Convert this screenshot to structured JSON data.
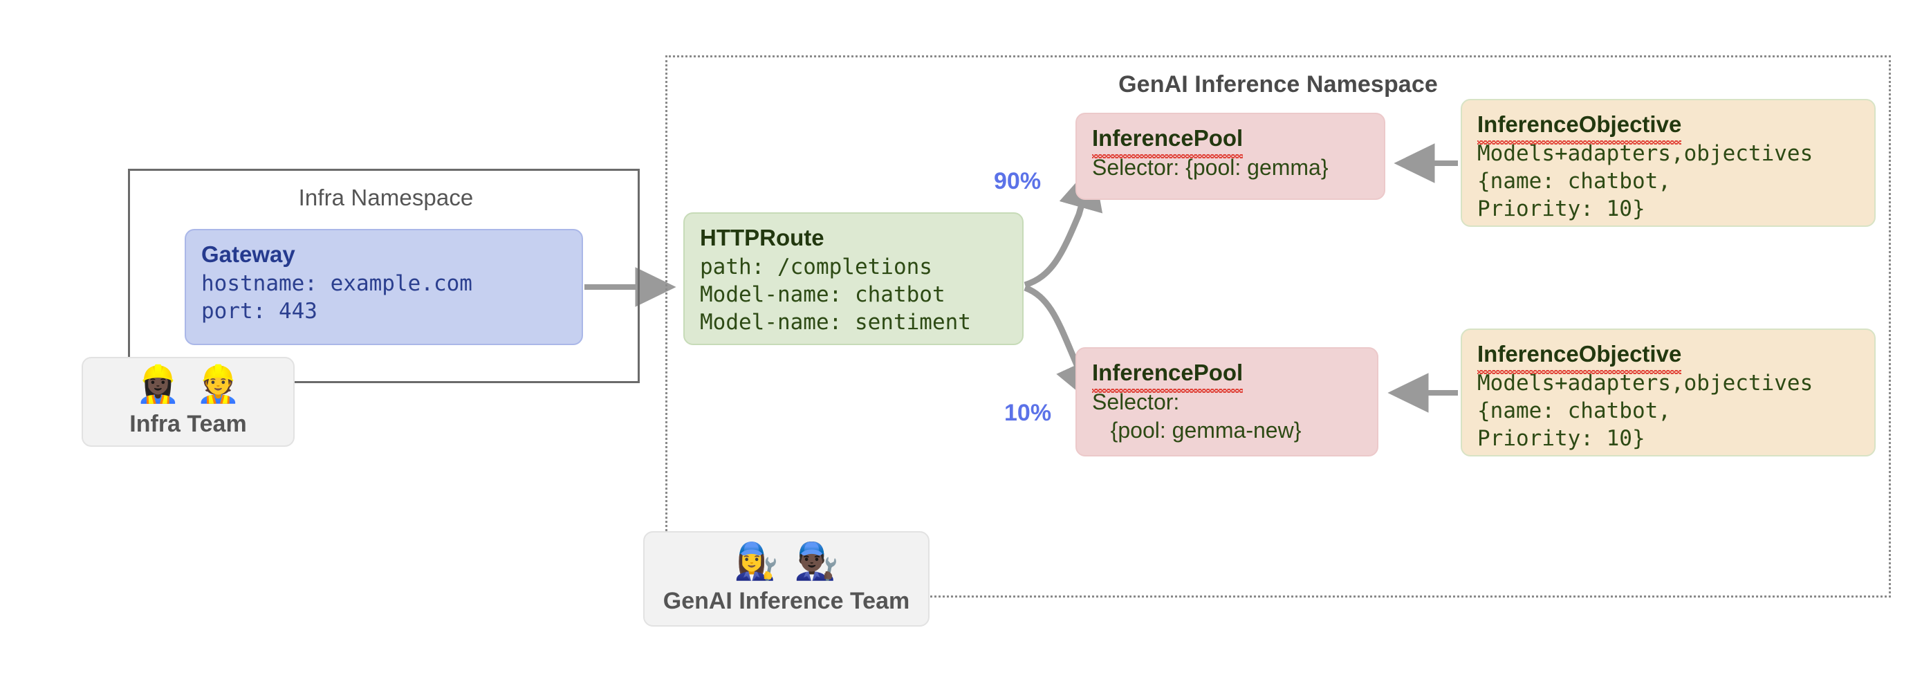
{
  "diagram": {
    "title": "Gateway API Inference Extension namespace layout",
    "background": "#ffffff"
  },
  "namespaces": [
    {
      "id": "infra",
      "label": "Infra Namespace",
      "border_style": "solid",
      "border_color": "#6b6b6b"
    },
    {
      "id": "genai",
      "label": "GenAI Inference Namespace",
      "border_style": "dotted",
      "border_color": "#8a8a8a"
    }
  ],
  "nodes": {
    "gateway": {
      "kind": "Gateway",
      "fields": "hostname: example.com\nport: 443",
      "fill": "#c6d0f0",
      "text_color": "#253a8e"
    },
    "httproute": {
      "kind": "HTTPRoute",
      "fields": "path: /completions\nModel-name: chatbot\nModel-name: sentiment",
      "fill": "#dde9d2",
      "text_color": "#22380f"
    },
    "pool_1": {
      "kind": "InferencePool",
      "fields": "Selector: {pool: gemma}",
      "fill": "#f0d3d4",
      "text_color": "#2d4a14",
      "spellcheck_underline": true
    },
    "pool_2": {
      "kind": "InferencePool",
      "fields": "Selector:\n   {pool: gemma-new}",
      "fill": "#f0d3d4",
      "text_color": "#2d4a14",
      "spellcheck_underline": true
    },
    "objective_1": {
      "kind": "InferenceObjective",
      "fields": "Models+adapters,objectives\n{name: chatbot,\nPriority: 10}",
      "fill": "#f7e7ce",
      "text_color": "#2d4a14",
      "spellcheck_underline": true
    },
    "objective_2": {
      "kind": "InferenceObjective",
      "fields": "Models+adapters,objectives\n{name: chatbot,\nPriority: 10}",
      "fill": "#f7e7ce",
      "text_color": "#2d4a14",
      "spellcheck_underline": true
    }
  },
  "teams": [
    {
      "id": "infra-team",
      "label": "Infra Team",
      "emojis": "👷🏿‍♀️👷"
    },
    {
      "id": "genai-team",
      "label": "GenAI Inference Team",
      "emojis": "👩‍🔧👨🏿‍🔧"
    }
  ],
  "edges": [
    {
      "id": "gateway-to-httproute",
      "from": "gateway",
      "to": "httproute",
      "label": "",
      "color": "#9a9a9a"
    },
    {
      "id": "httproute-to-pool-1",
      "from": "httproute",
      "to": "pool_1",
      "label": "90%",
      "label_color": "#5b72e8",
      "color": "#9a9a9a"
    },
    {
      "id": "httproute-to-pool-2",
      "from": "httproute",
      "to": "pool_2",
      "label": "10%",
      "label_color": "#5b72e8",
      "color": "#9a9a9a"
    },
    {
      "id": "objective-1-to-pool-1",
      "from": "objective_1",
      "to": "pool_1",
      "label": "",
      "color": "#9a9a9a"
    },
    {
      "id": "objective-2-to-pool-2",
      "from": "objective_2",
      "to": "pool_2",
      "label": "",
      "color": "#9a9a9a"
    }
  ]
}
